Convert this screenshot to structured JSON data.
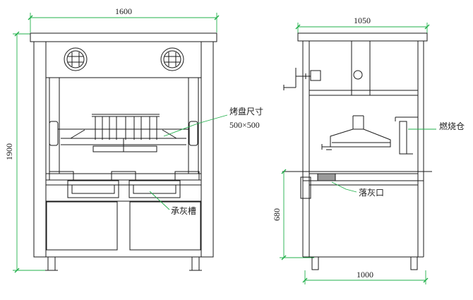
{
  "front_view": {
    "width_dim": "1600",
    "height_dim": "1900",
    "tray_label_line1": "烤盘尺寸",
    "tray_label_line2": "500×500",
    "ash_tray_label": "承灰槽"
  },
  "side_view": {
    "width_dim_top": "1050",
    "width_dim_bottom": "1000",
    "lower_height_dim": "680",
    "burn_chamber_label": "燃烧仓",
    "ash_outlet_label": "落灰口"
  },
  "colors": {
    "line": "#1a1a1a",
    "dimension_line": "#22b04b",
    "ash_block": "#9a9a9a"
  }
}
